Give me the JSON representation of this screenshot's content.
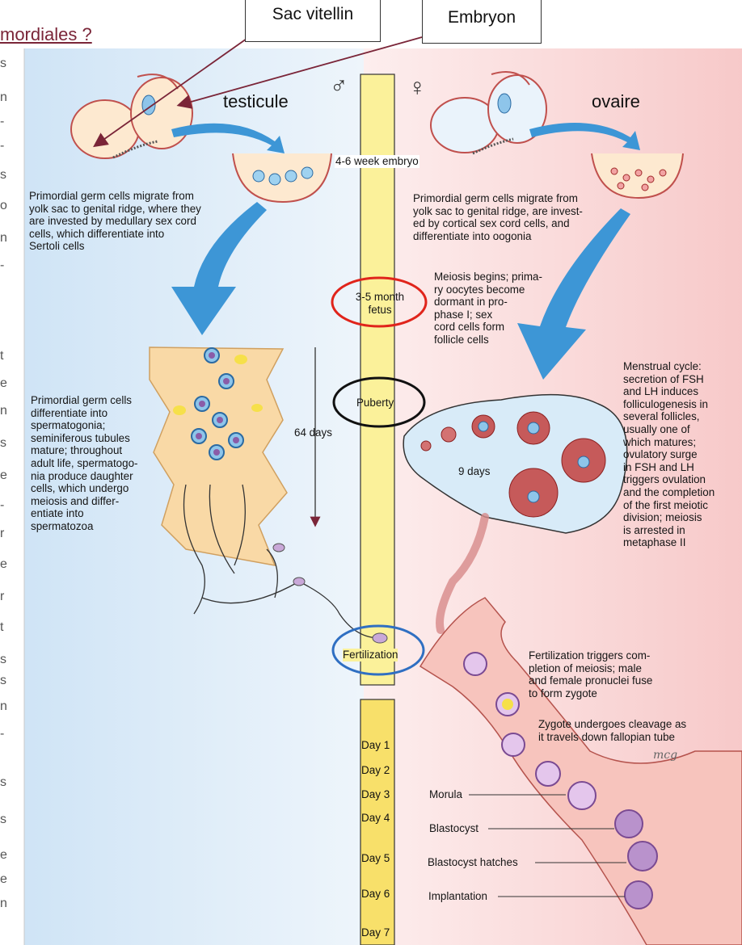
{
  "heading_fragment": "mordiales ?",
  "callouts": {
    "sac_vitellin": "Sac vitellin",
    "embryon": "Embryon"
  },
  "organs": {
    "left": "testicule",
    "right": "ovaire"
  },
  "sex_symbols": {
    "male": "♂",
    "female": "♀"
  },
  "timeline": {
    "embryo_stage": "4-6 week embryo",
    "fetus_stage": "3-5 month\nfetus",
    "puberty": "Puberty",
    "fertilization": "Fertilization",
    "days": [
      "Day 1",
      "Day 2",
      "Day 3",
      "Day 4",
      "Day 5",
      "Day 6",
      "Day 7"
    ]
  },
  "male_text": {
    "migration": "Primordial germ cells migrate from\nyolk sac to genital ridge, where they\nare invested by medullary sex cord\ncells, which differentiate into\nSertoli cells",
    "spermatogenesis": "Primordial germ cells\ndifferentiate into\nspermatogonia;\nseminiferous tubules\nmature; throughout\nadult life, spermatogo-\nnia produce daughter\ncells, which undergo\nmeiosis and differ-\nentiate into\nspermatozoa",
    "duration": "64 days"
  },
  "female_text": {
    "migration": "Primordial germ cells migrate from\nyolk sac to genital ridge, are invest-\ned by cortical sex cord cells, and\ndifferentiate into oogonia",
    "meiosis": "Meiosis begins; prima-\nry oocytes become\ndormant in pro-\nphase I; sex\ncord cells form\nfollicle cells",
    "cycle": "Menstrual cycle:\nsecretion of FSH\nand LH induces\nfolliculogenesis in\nseveral follicles,\nusually one of\nwhich matures;\novulatory surge\nin FSH and LH\ntriggers ovulation\nand the completion\nof the first meiotic\ndivision; meiosis\nis arrested in\nmetaphase II",
    "duration": "9 days",
    "fertilization": "Fertilization triggers com-\npletion of meiosis; male\nand female pronuclei fuse\nto form zygote",
    "cleavage": "Zygote undergoes cleavage as\nit travels down fallopian tube"
  },
  "stages": [
    "Morula",
    "Blastocyst",
    "Blastocyst hatches",
    "Implantation"
  ],
  "signature": "mcg",
  "left_fragments": [
    "s",
    "n",
    "-",
    "-",
    "s",
    "o",
    "n",
    "-",
    "t",
    "e",
    "n",
    "s",
    "e",
    "-",
    "r",
    "e",
    "r",
    "t",
    "s",
    "s",
    "n",
    "-",
    "s",
    "s",
    "e",
    "e",
    "n"
  ],
  "colors": {
    "male_bg": "#dcebf7",
    "female_bg": "#fbdcdc",
    "timeline": "#fbf19a",
    "arrow": "#3d96d6",
    "circle_red": "#e0241b",
    "circle_black": "#111111",
    "circle_blue": "#2f6fc2",
    "callout_arrow": "#7a2538"
  }
}
